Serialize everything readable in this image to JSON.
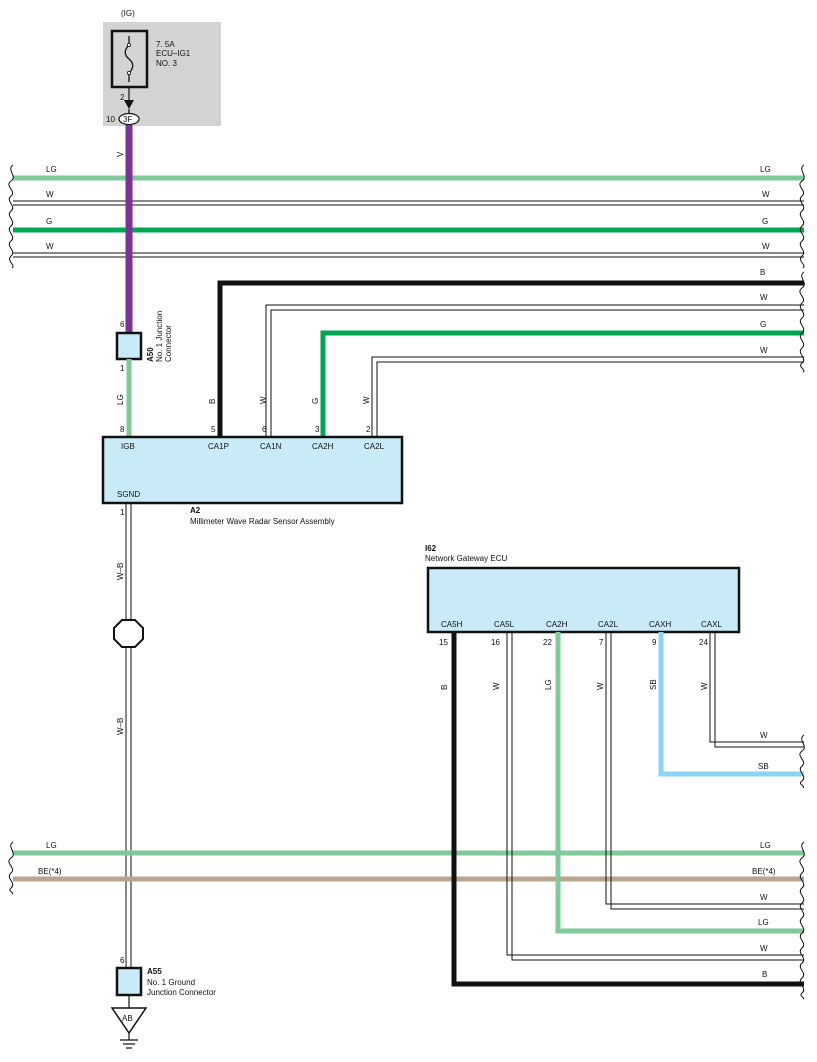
{
  "fuse": {
    "supply": "(IG)",
    "rating": "7. 5A",
    "name": "ECU–IG1",
    "number": "NO. 3",
    "pin": "2",
    "junction_pin": "10",
    "junction_id": "3F",
    "wire_color": "V"
  },
  "bus_top": [
    {
      "left": "LG",
      "right": "LG",
      "color": "#7fc99a"
    },
    {
      "left": "W",
      "right": "W",
      "color": "#ffffff"
    },
    {
      "left": "G",
      "right": "G",
      "color": "#00a651"
    },
    {
      "left": "W",
      "right": "W",
      "color": "#ffffff"
    }
  ],
  "right_wires_top": [
    {
      "label": "B",
      "color": "#111111"
    },
    {
      "label": "W",
      "color": "#ffffff"
    },
    {
      "label": "G",
      "color": "#00a651"
    },
    {
      "label": "W",
      "color": "#ffffff"
    }
  ],
  "a50": {
    "id": "A50",
    "desc1": "No. 1 Junction",
    "desc2": "Connector",
    "pin_top": "6",
    "pin_bottom": "1",
    "wire": "LG"
  },
  "a2": {
    "id": "A2",
    "name": "Millimeter Wave Radar Sensor Assembly",
    "pins": [
      {
        "pin": "8",
        "term": "IGB",
        "wire": ""
      },
      {
        "pin": "5",
        "term": "CA1P",
        "wire": "B"
      },
      {
        "pin": "6",
        "term": "CA1N",
        "wire": "W"
      },
      {
        "pin": "3",
        "term": "CA2H",
        "wire": "G"
      },
      {
        "pin": "2",
        "term": "CA2L",
        "wire": "W"
      }
    ],
    "ground_term": "SGND",
    "ground_pin": "1",
    "ground_wire": "W–B",
    "ground_wire2": "W–B"
  },
  "i62": {
    "id": "I62",
    "name": "Network Gateway ECU",
    "pins": [
      {
        "pin": "15",
        "term": "CA5H",
        "wire": "B"
      },
      {
        "pin": "16",
        "term": "CA5L",
        "wire": "W"
      },
      {
        "pin": "22",
        "term": "CA2H",
        "wire": "LG"
      },
      {
        "pin": "7",
        "term": "CA2L",
        "wire": "W"
      },
      {
        "pin": "9",
        "term": "CAXH",
        "wire": "SB"
      },
      {
        "pin": "24",
        "term": "CAXL",
        "wire": "W"
      }
    ],
    "right_w": "W",
    "right_sb": "SB"
  },
  "bus_bottom": [
    {
      "left": "LG",
      "right": "LG",
      "color": "#7fc99a"
    },
    {
      "left": "BE(*4)",
      "right": "BE(*4)",
      "color": "#b9a58f"
    }
  ],
  "right_wires_bottom": [
    {
      "label": "W"
    },
    {
      "label": "LG"
    },
    {
      "label": "W"
    },
    {
      "label": "B"
    }
  ],
  "a55": {
    "id": "A55",
    "desc1": "No.  1 Ground",
    "desc2": "Junction Connector",
    "pin": "6",
    "ground_id": "AB"
  },
  "colors": {
    "violet": "#7b3294",
    "black": "#111111",
    "green": "#00a651",
    "light_green": "#7fc99a",
    "sky_blue": "#8dd3f5",
    "beige": "#b9a58f",
    "box_fill": "#c8ebf7",
    "fuse_panel": "#d3d3d3"
  }
}
